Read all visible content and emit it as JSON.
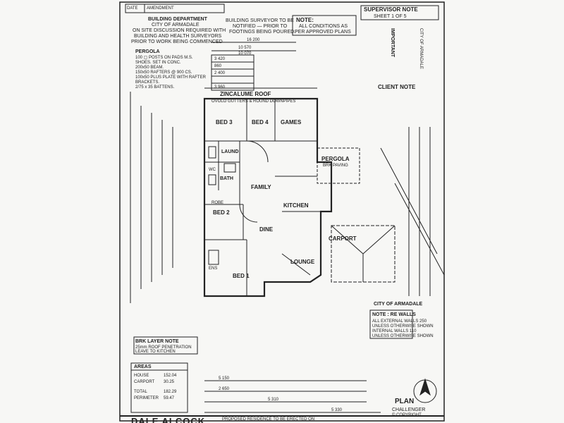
{
  "title_block": {
    "date_label": "DATE",
    "amendment_label": "AMENDMENT"
  },
  "building_department": {
    "line1": "BUILDING DEPARTMENT",
    "line2": "CITY OF ARMADALE",
    "line3": "ON SITE DISCUSSION REQUIRED WITH",
    "line4": "BUILDING AND HEALTH SURVEYORS",
    "line5": "PRIOR TO WORK BEING COMMENCED"
  },
  "surveyor_note": {
    "line1": "BUILDING SURVEYOR TO BE",
    "line2": "NOTIFIED — PRIOR TO",
    "line3": "FOOTINGS BEING POURED."
  },
  "conditions_note": {
    "line1": "NOTE:",
    "line2": "ALL CONDITIONS AS",
    "line3": "PER APPROVED PLANS"
  },
  "supervisor_note": {
    "title": "SUPERVISOR NOTE",
    "sheet": "SHEET 1 OF 5",
    "important": "IMPORTANT",
    "city": "CITY OF ARMADALE"
  },
  "client_note": {
    "title": "CLIENT NOTE"
  },
  "pergola_spec": {
    "title": "PERGOLA",
    "line1": "100 ▢ POSTS ON PADS M.S.",
    "line2": "SHOES. SET IN CONC.",
    "line3": "200x50 BEAM.",
    "line4": "150x50 RAFTERS @ 900 CS.",
    "line5": "100x50 PLUS PLATE WITH RAFTER",
    "line6": "BRACKETS.",
    "line7": "2/75 x 35 BATTENS."
  },
  "roof_label": "ZINCALUME ROOF",
  "roof_sub": "OVOLO GUTTERS & ROUND DOWNPIPES",
  "rooms": {
    "bed3": "BED 3",
    "bed4": "BED 4",
    "games": "GAMES",
    "pergola": "PERGOLA",
    "pergola_sub": "BRK PAVING",
    "laundry": "LAUND",
    "bath": "BATH",
    "wc": "WC",
    "family": "FAMILY",
    "kitchen": "KITCHEN",
    "bed2": "BED 2",
    "robe": "ROBE",
    "dine": "DINE",
    "carport": "CARPORT",
    "lounge": "LOUNGE",
    "bed1": "BED 1",
    "ens": "ENS"
  },
  "top_dims": {
    "d1": "16 200",
    "d2": "10 570",
    "d3": "10 070",
    "d4": "3 420",
    "d5": "860",
    "d6": "2 400",
    "d7": "3 960"
  },
  "brk_note": {
    "title": "BRK LAYER NOTE",
    "line1": "25mm ROOF PENETRATION",
    "line2": "LEAVE TO KITCHEN"
  },
  "areas": {
    "title": "AREAS",
    "house_label": "HOUSE",
    "house_val": "152.04",
    "carport_label": "CARPORT",
    "carport_val": "30.25",
    "total_label": "TOTAL",
    "total_val": "182.29",
    "perimeter_label": "PERIMETER",
    "perimeter_val": "59.47"
  },
  "city_note": {
    "title": "CITY OF ARMADALE",
    "note": "NOTE : RE WALLS",
    "line1": "ALL EXTERNAL WALLS 250",
    "line2": "UNLESS OTHERWISE SHOWN",
    "line3": "INTERNAL WALLS 110",
    "line4": "UNLESS OTHERWISE SHOWN"
  },
  "plan_label": "PLAN",
  "model": "CHALLENGER",
  "copyright": "© COPYRIGHT",
  "brand": "DALE ALCOCK",
  "proposed": "PROPOSED RESIDENCE TO BE ERECTED ON",
  "bottom_dims": {
    "d1": "5 150",
    "d2": "5 310",
    "d3": "5 330",
    "d4": "2 650"
  }
}
